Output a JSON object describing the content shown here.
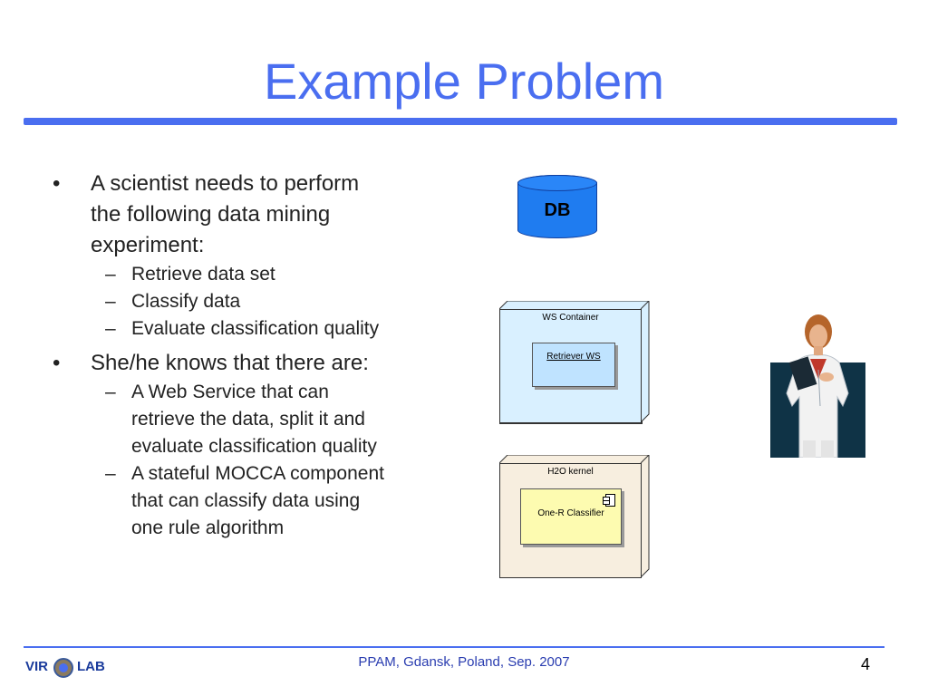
{
  "slide": {
    "title": "Example Problem",
    "bullets": [
      {
        "text": "A scientist needs to perform the following data mining experiment:",
        "lines": [
          "A scientist needs to perform",
          "the following data mining",
          "experiment:"
        ],
        "subitems": [
          {
            "lines": [
              "Retrieve data set"
            ]
          },
          {
            "lines": [
              "Classify data"
            ]
          },
          {
            "lines": [
              "Evaluate classification quality"
            ]
          }
        ]
      },
      {
        "text": "She/he knows that there are:",
        "lines": [
          "She/he knows that there are:"
        ],
        "subitems": [
          {
            "lines": [
              "A Web Service that can",
              "retrieve the data, split it and",
              "evaluate classification quality"
            ]
          },
          {
            "lines": [
              "A stateful MOCCA component",
              "that can classify data using",
              "one rule algorithm"
            ]
          }
        ]
      }
    ],
    "bullet_mark": "•",
    "sub_mark": "–"
  },
  "diagram": {
    "db_label": "DB",
    "ws_container_label": "WS Container",
    "retriever_label": "Retriever WS",
    "h2o_kernel_label": "H2O kernel",
    "classifier_label": "One-R Classifier",
    "db_color": "#1f7cf0",
    "ws_color": "#d9f0ff",
    "h2o_color": "#f7eedf",
    "classifier_color": "#fdfbb0"
  },
  "illustration": {
    "icon": "scientist-clipart-icon"
  },
  "footer": {
    "logo_left": "VIR",
    "logo_right": "LAB",
    "text": "PPAM, Gdansk, Poland, Sep. 2007",
    "page_number": "4"
  },
  "colors": {
    "accent": "#4a6ef0"
  }
}
